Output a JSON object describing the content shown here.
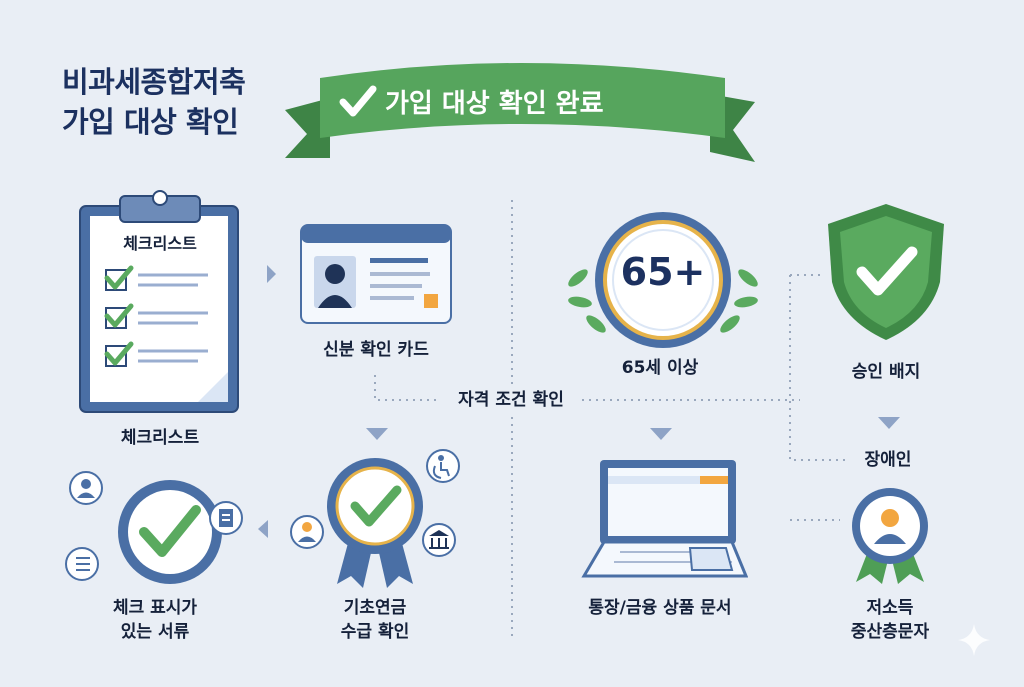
{
  "title": {
    "line1": "비과세종합저축",
    "line2": "가입 대상 확인"
  },
  "banner": {
    "text": "가입 대상 확인 완료"
  },
  "center_label": "자격 조건 확인",
  "items": {
    "checklist": {
      "inner_label": "체크리스트",
      "caption": "체크리스트"
    },
    "id_card": {
      "caption": "신분 확인 카드"
    },
    "age": {
      "badge_text": "65+",
      "caption": "65세 이상"
    },
    "approval": {
      "caption": "승인 배지"
    },
    "disabled": {
      "caption": "장애인"
    },
    "checked_docs": {
      "caption_line1": "체크 표시가",
      "caption_line2": "있는 서류"
    },
    "basic_pension": {
      "caption_line1": "기초연금",
      "caption_line2": "수급 확인"
    },
    "bankbook": {
      "caption": "통장/금융 상품 문서"
    },
    "low_income": {
      "caption_line1": "저소득",
      "caption_line2": "중산층문자"
    }
  },
  "colors": {
    "navy": "#1c3160",
    "blue": "#4a6fa5",
    "light_blue": "#dbe6f5",
    "green": "#5aaa5f",
    "banner_green": "#4f9e56",
    "gold": "#e6b34a",
    "orange": "#f2a640",
    "background": "#e9eef5"
  }
}
